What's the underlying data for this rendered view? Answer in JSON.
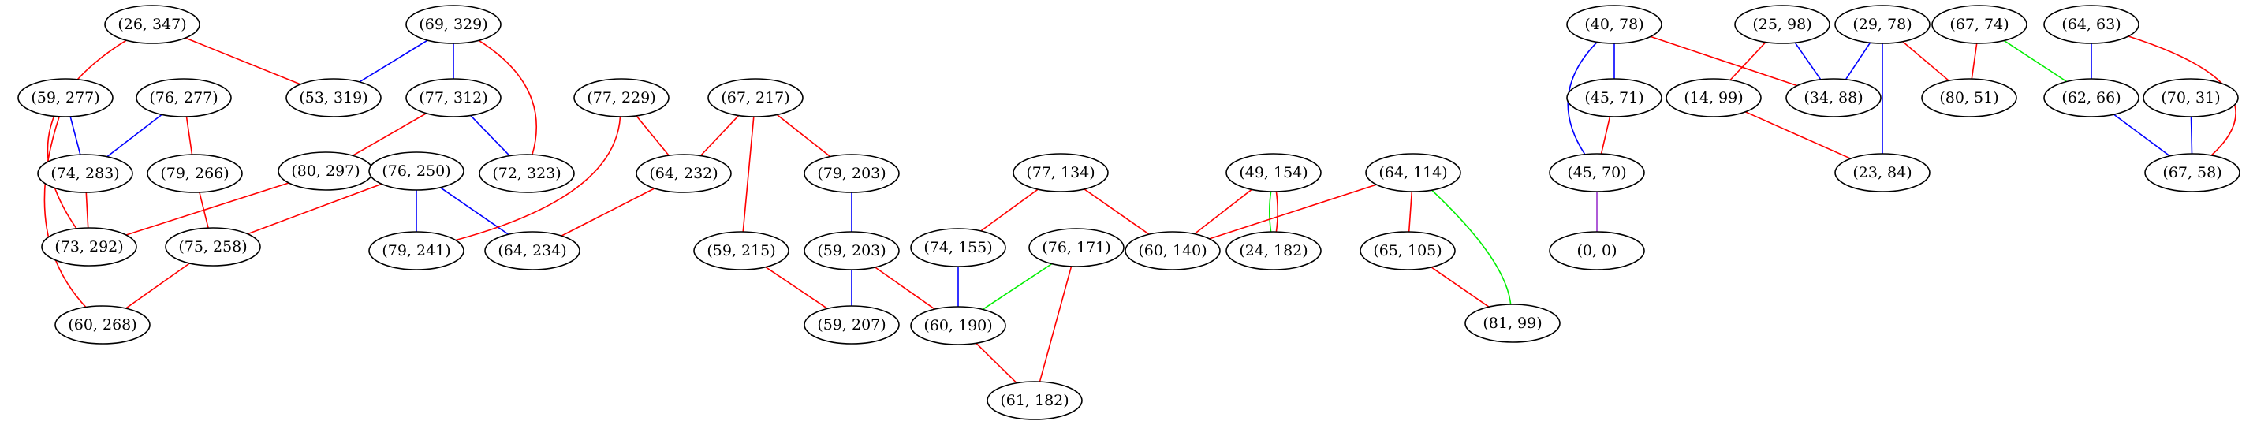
{
  "colors": {
    "red": "#ff0000",
    "blue": "#0000ff",
    "green": "#00ee00",
    "purple": "#9a32cd"
  },
  "nodes": [
    {
      "id": "n26_347",
      "label": "(26, 347)"
    },
    {
      "id": "n69_329",
      "label": "(69, 329)"
    },
    {
      "id": "n59_277",
      "label": "(59, 277)"
    },
    {
      "id": "n76_277",
      "label": "(76, 277)"
    },
    {
      "id": "n53_319",
      "label": "(53, 319)"
    },
    {
      "id": "n77_312",
      "label": "(77, 312)"
    },
    {
      "id": "n77_229",
      "label": "(77, 229)"
    },
    {
      "id": "n67_217",
      "label": "(67, 217)"
    },
    {
      "id": "n74_283",
      "label": "(74, 283)"
    },
    {
      "id": "n79_266",
      "label": "(79, 266)"
    },
    {
      "id": "n80_297",
      "label": "(80, 297)"
    },
    {
      "id": "n76_250",
      "label": "(76, 250)"
    },
    {
      "id": "n72_323",
      "label": "(72, 323)"
    },
    {
      "id": "n64_232",
      "label": "(64, 232)"
    },
    {
      "id": "n79_203",
      "label": "(79, 203)"
    },
    {
      "id": "n73_292",
      "label": "(73, 292)"
    },
    {
      "id": "n75_258",
      "label": "(75, 258)"
    },
    {
      "id": "n79_241",
      "label": "(79, 241)"
    },
    {
      "id": "n64_234",
      "label": "(64, 234)"
    },
    {
      "id": "n59_215",
      "label": "(59, 215)"
    },
    {
      "id": "n59_203",
      "label": "(59, 203)"
    },
    {
      "id": "n60_268",
      "label": "(60, 268)"
    },
    {
      "id": "n59_207",
      "label": "(59, 207)"
    },
    {
      "id": "n77_134",
      "label": "(77, 134)"
    },
    {
      "id": "n74_155",
      "label": "(74, 155)"
    },
    {
      "id": "n76_171",
      "label": "(76, 171)"
    },
    {
      "id": "n60_190",
      "label": "(60, 190)"
    },
    {
      "id": "n61_182",
      "label": "(61, 182)"
    },
    {
      "id": "n60_140",
      "label": "(60, 140)"
    },
    {
      "id": "n49_154",
      "label": "(49, 154)"
    },
    {
      "id": "n24_182",
      "label": "(24, 182)"
    },
    {
      "id": "n64_114",
      "label": "(64, 114)"
    },
    {
      "id": "n65_105",
      "label": "(65, 105)"
    },
    {
      "id": "n81_99",
      "label": "(81, 99)"
    },
    {
      "id": "n40_78",
      "label": "(40, 78)"
    },
    {
      "id": "n45_71",
      "label": "(45, 71)"
    },
    {
      "id": "n45_70",
      "label": "(45, 70)"
    },
    {
      "id": "n0_0",
      "label": "(0, 0)"
    },
    {
      "id": "n25_98",
      "label": "(25, 98)"
    },
    {
      "id": "n14_99",
      "label": "(14, 99)"
    },
    {
      "id": "n34_88",
      "label": "(34, 88)"
    },
    {
      "id": "n29_78",
      "label": "(29, 78)"
    },
    {
      "id": "n23_84",
      "label": "(23, 84)"
    },
    {
      "id": "n67_74",
      "label": "(67, 74)"
    },
    {
      "id": "n80_51",
      "label": "(80, 51)"
    },
    {
      "id": "n64_63",
      "label": "(64, 63)"
    },
    {
      "id": "n62_66",
      "label": "(62, 66)"
    },
    {
      "id": "n70_31",
      "label": "(70, 31)"
    },
    {
      "id": "n67_58",
      "label": "(67, 58)"
    }
  ],
  "edges": [
    {
      "from": "n26_347",
      "to": "n53_319",
      "color": "red"
    },
    {
      "from": "n26_347",
      "to": "n73_292",
      "color": "red"
    },
    {
      "from": "n69_329",
      "to": "n53_319",
      "color": "blue"
    },
    {
      "from": "n69_329",
      "to": "n77_312",
      "color": "blue"
    },
    {
      "from": "n69_329",
      "to": "n72_323",
      "color": "red"
    },
    {
      "from": "n59_277",
      "to": "n74_283",
      "color": "blue"
    },
    {
      "from": "n59_277",
      "to": "n60_268",
      "color": "red"
    },
    {
      "from": "n76_277",
      "to": "n74_283",
      "color": "blue"
    },
    {
      "from": "n76_277",
      "to": "n79_266",
      "color": "red"
    },
    {
      "from": "n77_312",
      "to": "n72_323",
      "color": "blue"
    },
    {
      "from": "n77_312",
      "to": "n80_297",
      "color": "red"
    },
    {
      "from": "n74_283",
      "to": "n73_292",
      "color": "red"
    },
    {
      "from": "n80_297",
      "to": "n73_292",
      "color": "red"
    },
    {
      "from": "n79_266",
      "to": "n75_258",
      "color": "red"
    },
    {
      "from": "n76_250",
      "to": "n75_258",
      "color": "red"
    },
    {
      "from": "n76_250",
      "to": "n79_241",
      "color": "blue"
    },
    {
      "from": "n76_250",
      "to": "n64_234",
      "color": "blue"
    },
    {
      "from": "n75_258",
      "to": "n60_268",
      "color": "red"
    },
    {
      "from": "n77_229",
      "to": "n64_232",
      "color": "red"
    },
    {
      "from": "n77_229",
      "to": "n79_241",
      "color": "red"
    },
    {
      "from": "n67_217",
      "to": "n64_232",
      "color": "red"
    },
    {
      "from": "n67_217",
      "to": "n79_203",
      "color": "red"
    },
    {
      "from": "n67_217",
      "to": "n59_215",
      "color": "red"
    },
    {
      "from": "n64_232",
      "to": "n64_234",
      "color": "red"
    },
    {
      "from": "n79_203",
      "to": "n59_203",
      "color": "blue"
    },
    {
      "from": "n59_215",
      "to": "n59_207",
      "color": "red"
    },
    {
      "from": "n59_203",
      "to": "n59_207",
      "color": "blue"
    },
    {
      "from": "n59_203",
      "to": "n60_190",
      "color": "red"
    },
    {
      "from": "n77_134",
      "to": "n74_155",
      "color": "red"
    },
    {
      "from": "n77_134",
      "to": "n60_140",
      "color": "red"
    },
    {
      "from": "n74_155",
      "to": "n60_190",
      "color": "blue"
    },
    {
      "from": "n76_171",
      "to": "n60_190",
      "color": "green"
    },
    {
      "from": "n76_171",
      "to": "n61_182",
      "color": "red"
    },
    {
      "from": "n60_190",
      "to": "n61_182",
      "color": "red"
    },
    {
      "from": "n49_154",
      "to": "n60_140",
      "color": "red"
    },
    {
      "from": "n49_154",
      "to": "n24_182",
      "color": "green"
    },
    {
      "from": "n49_154",
      "to": "n24_182",
      "color": "red"
    },
    {
      "from": "n64_114",
      "to": "n60_140",
      "color": "red"
    },
    {
      "from": "n64_114",
      "to": "n65_105",
      "color": "red"
    },
    {
      "from": "n64_114",
      "to": "n81_99",
      "color": "green"
    },
    {
      "from": "n65_105",
      "to": "n81_99",
      "color": "red"
    },
    {
      "from": "n40_78",
      "to": "n45_71",
      "color": "blue"
    },
    {
      "from": "n40_78",
      "to": "n45_70",
      "color": "blue"
    },
    {
      "from": "n40_78",
      "to": "n34_88",
      "color": "red"
    },
    {
      "from": "n45_71",
      "to": "n45_70",
      "color": "red"
    },
    {
      "from": "n45_70",
      "to": "n0_0",
      "color": "purple"
    },
    {
      "from": "n25_98",
      "to": "n14_99",
      "color": "red"
    },
    {
      "from": "n25_98",
      "to": "n34_88",
      "color": "blue"
    },
    {
      "from": "n29_78",
      "to": "n34_88",
      "color": "blue"
    },
    {
      "from": "n29_78",
      "to": "n23_84",
      "color": "blue"
    },
    {
      "from": "n29_78",
      "to": "n80_51",
      "color": "red"
    },
    {
      "from": "n14_99",
      "to": "n23_84",
      "color": "red"
    },
    {
      "from": "n67_74",
      "to": "n80_51",
      "color": "red"
    },
    {
      "from": "n67_74",
      "to": "n62_66",
      "color": "green"
    },
    {
      "from": "n64_63",
      "to": "n62_66",
      "color": "blue"
    },
    {
      "from": "n64_63",
      "to": "n67_58",
      "color": "red"
    },
    {
      "from": "n62_66",
      "to": "n67_58",
      "color": "blue"
    },
    {
      "from": "n70_31",
      "to": "n67_58",
      "color": "blue"
    }
  ]
}
